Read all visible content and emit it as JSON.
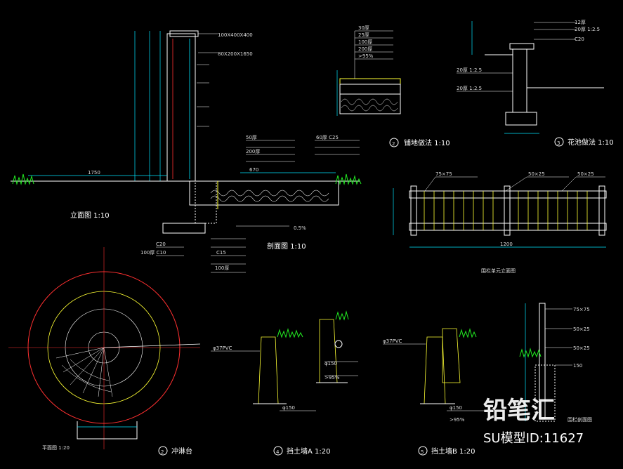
{
  "titles": {
    "elevation": "立面图 1:10",
    "section": "剖面图 1:10",
    "paving": "铺地做法 1:10",
    "paving_num": "2",
    "planter": "花池做法 1:10",
    "planter_num": "3",
    "fence": "围栏单元立面图",
    "plan": "平面图 1:20",
    "shower": "冲淋台",
    "shower_num": "2",
    "wall_a": "挡土墙A 1:20",
    "wall_a_num": "4",
    "wall_b": "挡土墙B 1:20",
    "wall_b_num": "5",
    "fence_section": "围栏剖面图"
  },
  "notes": {
    "post_top": "100X400X400",
    "post_body": "80X200X1650",
    "slope": "0.5%",
    "c20": "C20",
    "c10": "100厚 C10",
    "c25": "60厚 C25",
    "l50": "50厚",
    "l200": "200厚",
    "l25": "25厚",
    "l100": "100厚",
    "c15": "C15",
    "l30": "30厚",
    "l20": "20厚 1:2.5",
    "l12": "12厚",
    "c20b": "C20",
    "f75": "75×75",
    "f50a": "50×25",
    "f50b": "50×25",
    "pvc": "φ37PVC",
    "pvc_b": "φ37PVC",
    "d150": "φ150",
    "d150b": "φ150",
    "pct": ">95%",
    "pct2": ">95%",
    "pct3": ">95%",
    "fs75": "75×75",
    "fs50": "50×25",
    "fs50b": "50×25",
    "fs150": "150"
  },
  "dims": {
    "d1750": "1750",
    "d670": "670",
    "d1200": "1200"
  },
  "watermark": {
    "brand": "铅笔汇",
    "id_text": "SU模型ID:11627"
  },
  "colors": {
    "cyan": "#00e5ff",
    "yellow": "#ffff33",
    "red": "#ff3030",
    "green": "#22ee22",
    "white": "#ffffff",
    "blue": "#3a7bff",
    "magenta": "#ff55ff"
  }
}
